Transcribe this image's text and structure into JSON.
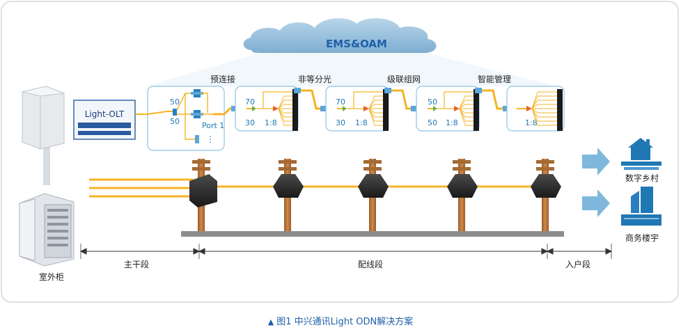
{
  "cloud": {
    "label": "EMS&OAM"
  },
  "olt": {
    "label": "Light-OLT"
  },
  "stage_labels": [
    "预连接",
    "非等分光",
    "级联组网",
    "智能管理"
  ],
  "splitter_panel_1": {
    "top": "50",
    "bottom": "50",
    "port": "Port 1",
    "dots": "⋮"
  },
  "splitter_panel_2": {
    "top": "70",
    "bottom": "30",
    "ratio": "1:8"
  },
  "splitter_panel_3": {
    "top": "70",
    "bottom": "30",
    "ratio": "1:8"
  },
  "splitter_panel_4": {
    "top": "50",
    "bottom": "50",
    "ratio": "1:8"
  },
  "splitter_panel_5": {
    "ratio": "1:8"
  },
  "destinations": {
    "village": "数字乡村",
    "building": "商务楼宇"
  },
  "cabinet": {
    "label": "室外柜"
  },
  "segments": {
    "trunk": "主干段",
    "distribution": "配线段",
    "drop": "入户段"
  },
  "caption": {
    "marker": "▲",
    "text": "图1  中兴通讯Light ODN解决方案"
  },
  "colors": {
    "fiber": "#f5b324",
    "accent_blue": "#1f78b4",
    "panel_border": "#8fc3e3",
    "cloud": "#8fb9d6",
    "pole": "#c07a3f",
    "arrow": "#7fb8dc",
    "caption": "#1f5fa8"
  }
}
